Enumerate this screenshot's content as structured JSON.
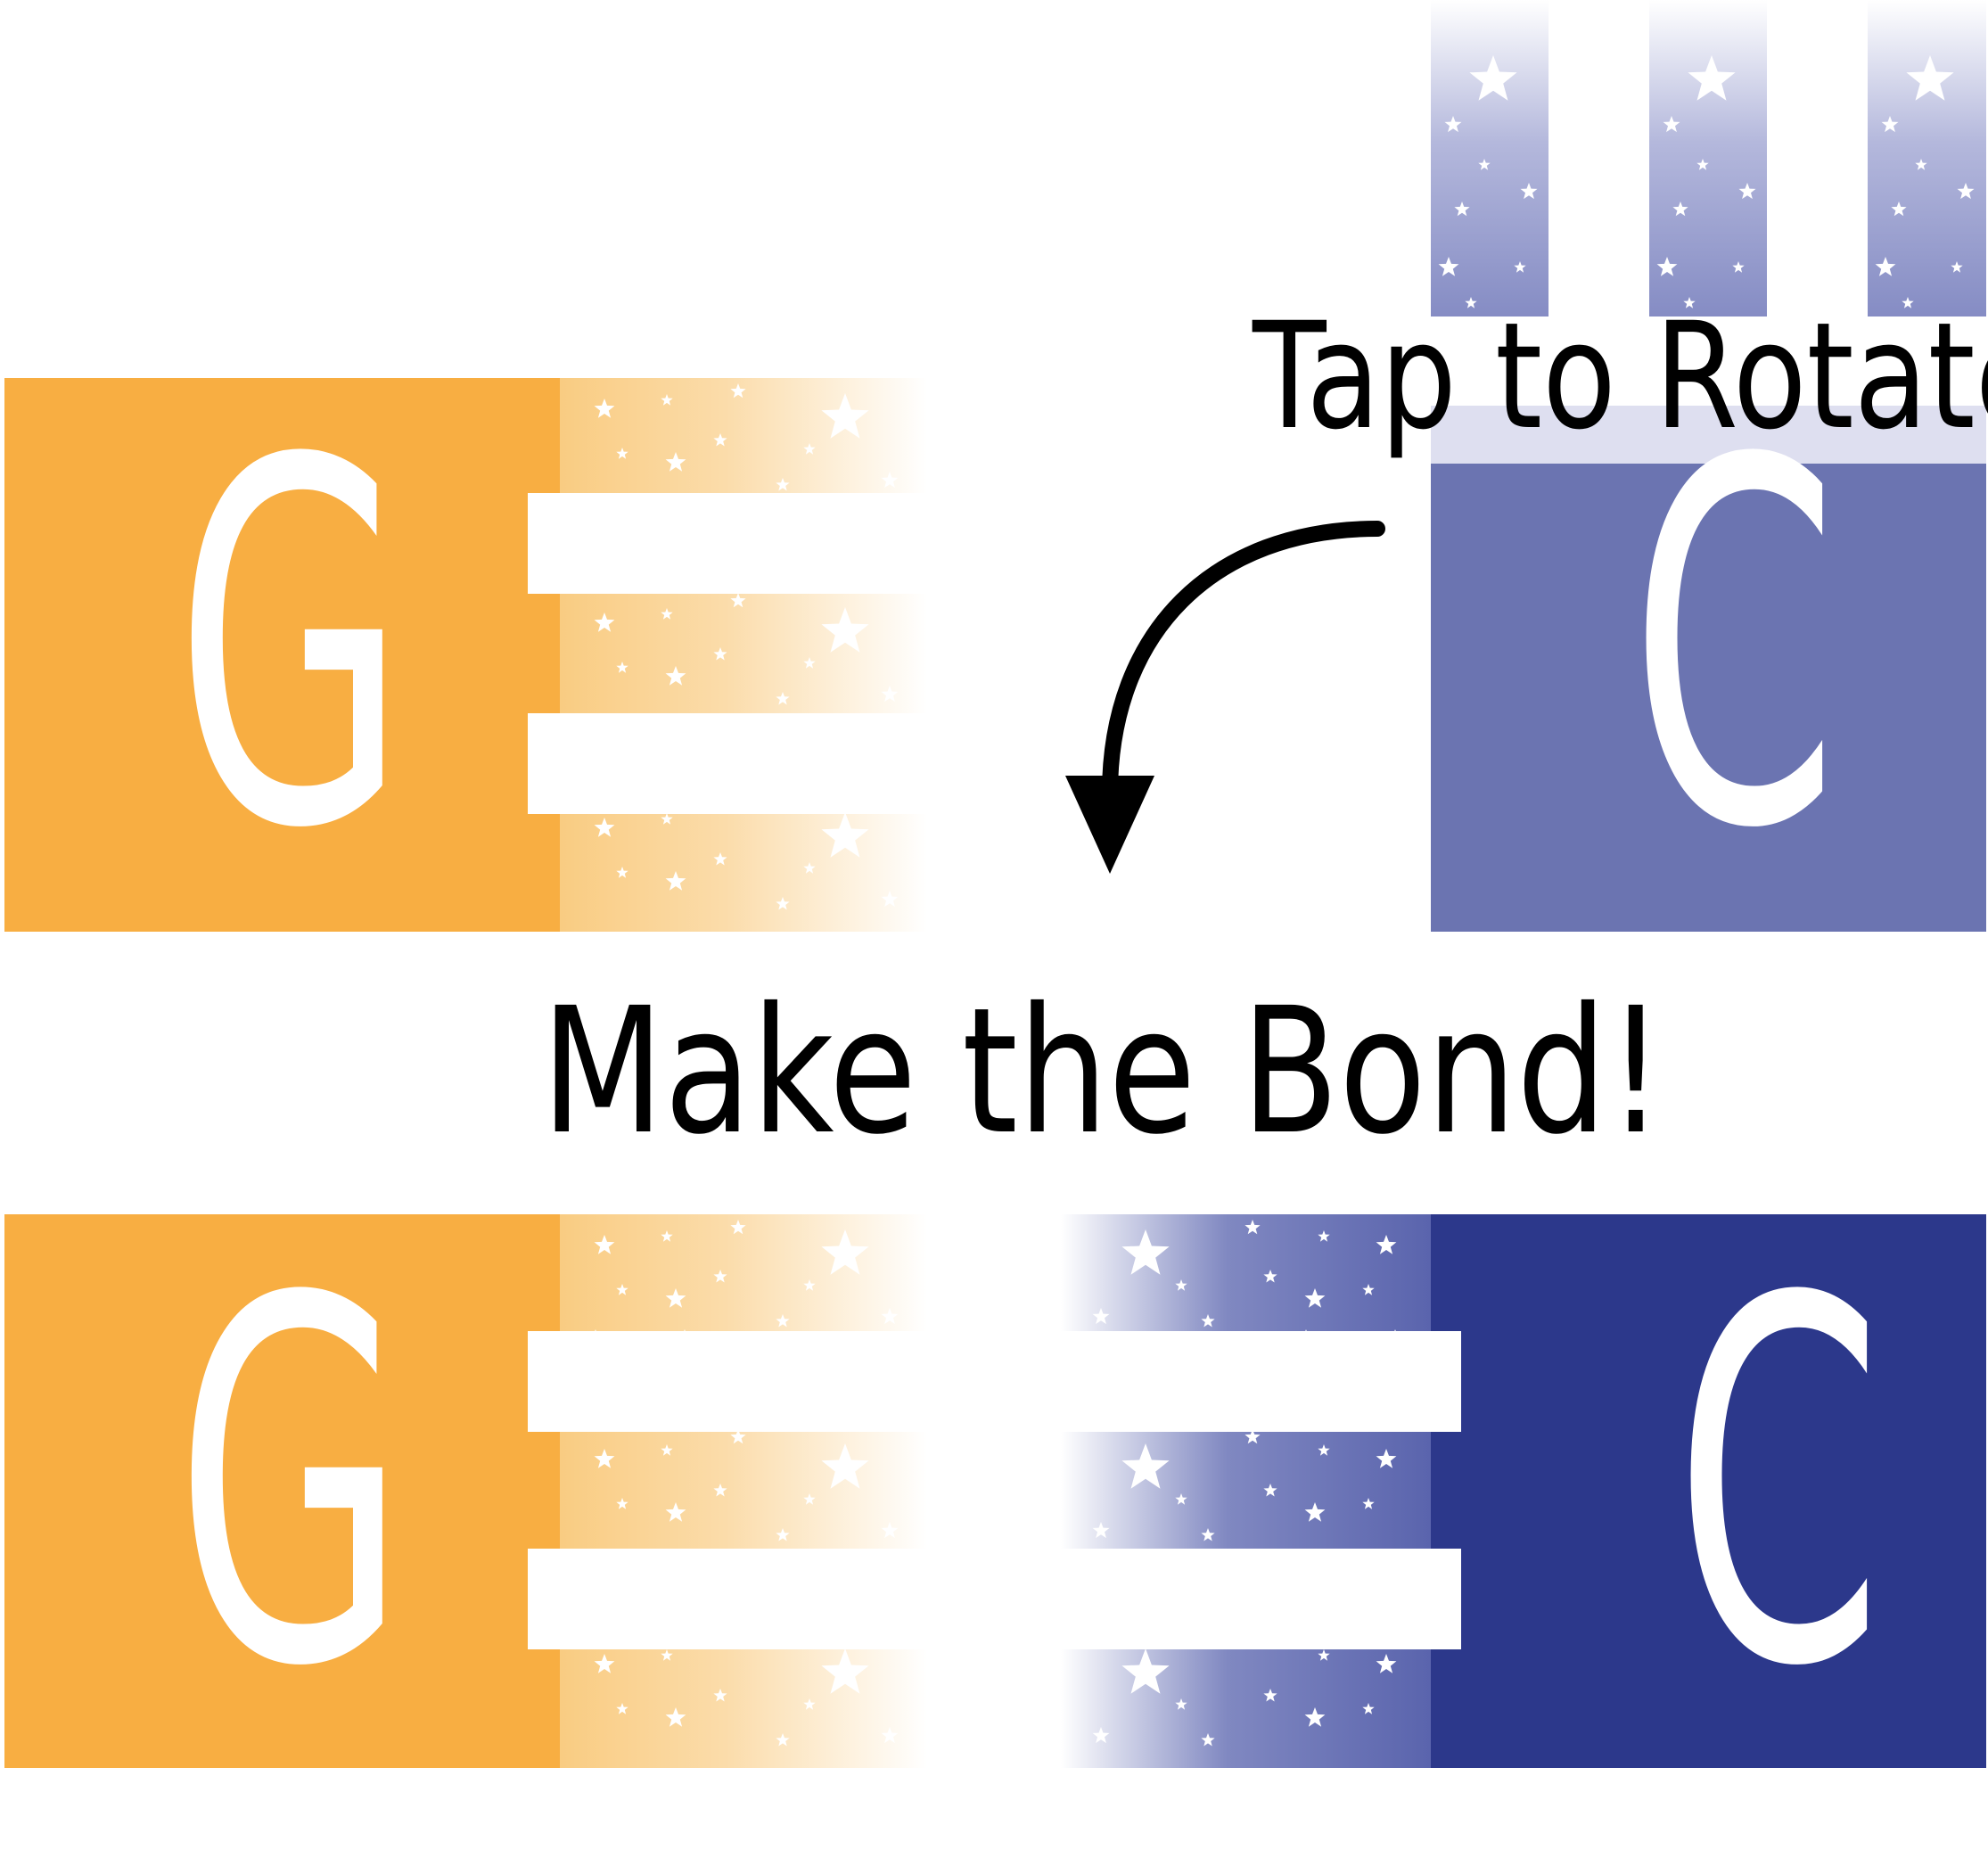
{
  "colors": {
    "g": "#f8ae42",
    "c_top": "#6b74b1",
    "c_bottom": "#2c388b"
  },
  "top_row": {
    "left_base": "G",
    "right_base": "C",
    "tap_label": "Tap to Rotate"
  },
  "middle": {
    "prompt": "Make the Bond!"
  },
  "bottom_row": {
    "left_base": "G",
    "right_base": "C"
  },
  "icons": {
    "rotate_arrow": "curved-arrow-icon",
    "stars": "star-icon"
  }
}
